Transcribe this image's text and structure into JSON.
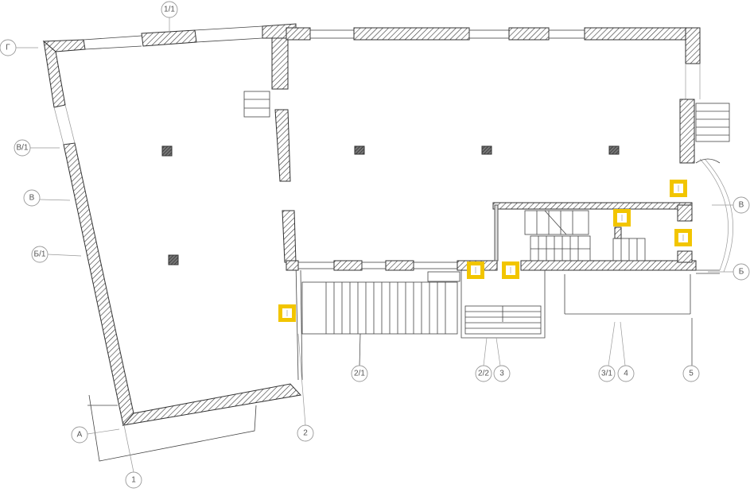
{
  "plan": {
    "axes_letters": {
      "left": [
        "Г",
        "В/1",
        "В",
        "Б/1"
      ],
      "right": [
        "В",
        "Б"
      ],
      "bottom_left": "А"
    },
    "axes_numbers": [
      "1",
      "1/1",
      "2",
      "2/1",
      "2/2",
      "3",
      "3/1",
      "4",
      "5"
    ],
    "door_markers": [
      "door-icon",
      "door-icon",
      "door-icon",
      "door-icon",
      "door-icon",
      "door-icon"
    ],
    "colors": {
      "door_marker": "#f2c500",
      "hatch": "#333333",
      "axis_bubble": "#999999"
    }
  }
}
